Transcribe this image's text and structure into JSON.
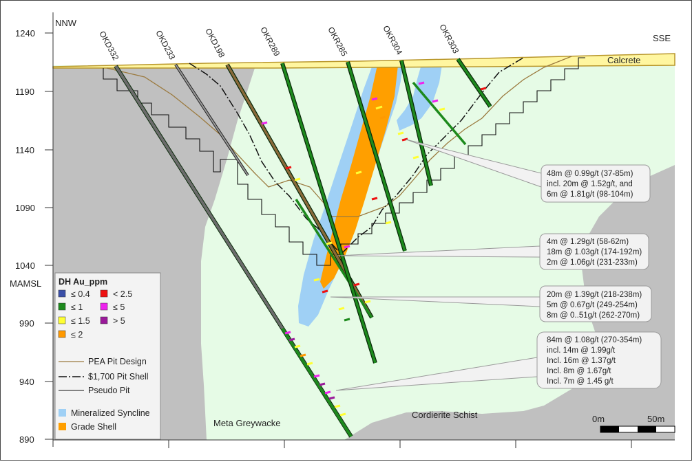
{
  "header": {
    "left_direction": "NNW",
    "right_direction": "SSE",
    "y_axis_label": "MAMSL"
  },
  "y_ticks": [
    "1240",
    "1190",
    "1140",
    "1090",
    "1040",
    "990",
    "940",
    "890"
  ],
  "drillholes": [
    "OKD332",
    "OKD233",
    "OKD198",
    "OKR289",
    "OKR285",
    "OKR304",
    "OKR303"
  ],
  "geology_labels": {
    "calcrete": "Calcrete",
    "meta_greywacke": "Meta Greywacke",
    "cordierite_schist": "Cordierite Schist"
  },
  "legend": {
    "title": "DH Au_ppm",
    "grades": [
      {
        "label": "≤ 0.4",
        "color": "#3a4fa8"
      },
      {
        "label": "< 2.5",
        "color": "#ee1111"
      },
      {
        "label": "≤ 1",
        "color": "#1d8a1d"
      },
      {
        "label": "≤ 5",
        "color": "#ee22ee"
      },
      {
        "label": "≤ 1.5",
        "color": "#ffff33"
      },
      {
        "label": "> 5",
        "color": "#9a1a9a"
      },
      {
        "label": "≤ 2",
        "color": "#ff9900"
      }
    ],
    "pit_lines": [
      {
        "label": "PEA Pit Design",
        "style": "brown"
      },
      {
        "label": "$1,700 Pit Shell",
        "style": "dash-dot"
      },
      {
        "label": "Pseudo Pit",
        "style": "solid"
      }
    ],
    "zones": [
      {
        "label": "Mineralized Syncline",
        "color": "#9fd0f5"
      },
      {
        "label": "Grade Shell",
        "color": "#ff9f00"
      }
    ]
  },
  "callouts": [
    {
      "lines": [
        "48m @ 0.99g/t (37-85m)",
        "incl. 20m @ 1.52g/t, and",
        "6m @ 1.81g/t (98-104m)"
      ]
    },
    {
      "lines": [
        "4m @ 1.29g/t (58-62m)",
        "18m @ 1.03g/t (174-192m)",
        "2m @ 1.06g/t (231-233m)"
      ]
    },
    {
      "lines": [
        "20m @ 1.39g/t (218-238m)",
        "5m @ 0.67g/t (249-254m)",
        "8m @ 0..51g/t (262-270m)"
      ]
    },
    {
      "lines": [
        "84m @ 1.08g/t (270-354m)",
        "incl. 14m @ 1.99g/t",
        "Incl. 16m @ 1.37g/t",
        "Incl. 8m @ 1.67g/t",
        "Incl. 7m @ 1.45 g/t"
      ]
    }
  ],
  "scale_bar": {
    "left": "0m",
    "right": "50m"
  },
  "colors": {
    "light_green": "#e6fbe6",
    "grey": "#c0c0c0",
    "calcrete": "#fff6a0",
    "drill_green": "#1d8a1d"
  }
}
